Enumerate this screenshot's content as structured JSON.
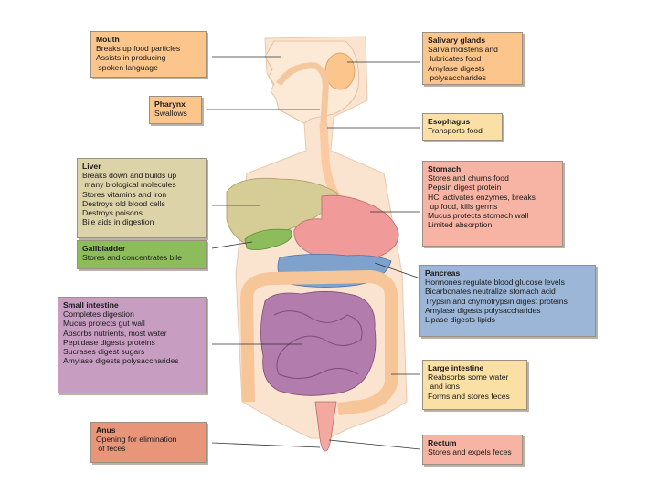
{
  "colors": {
    "orange": "#fbc58c",
    "yellow": "#fbe0a6",
    "salmon": "#f7b4a4",
    "tan": "#dcd3a8",
    "green": "#8cbc5b",
    "purple": "#c79dc2",
    "blue": "#9bb6d6",
    "rust": "#e9957a"
  },
  "boxes": {
    "mouth": {
      "title": "Mouth",
      "lines": [
        "Breaks up food particles",
        "Assists in producing",
        " spoken language"
      ]
    },
    "pharynx": {
      "title": "Pharynx",
      "lines": [
        "Swallows"
      ]
    },
    "liver": {
      "title": "Liver",
      "lines": [
        "Breaks down and builds up",
        " many biological molecules",
        "Stores vitamins and iron",
        "Destroys old blood cells",
        "Destroys poisons",
        "Bile aids in digestion"
      ]
    },
    "gallbladder": {
      "title": "Gallbladder",
      "lines": [
        "Stores and concentrates bile"
      ]
    },
    "small_intestine": {
      "title": "Small intestine",
      "lines": [
        "Completes digestion",
        "Mucus protects gut wall",
        "Absorbs nutrients, most water",
        "Peptidase digests proteins",
        "Sucrases digest sugars",
        "Amylase digests polysaccharides"
      ]
    },
    "anus": {
      "title": "Anus",
      "lines": [
        "Opening for elimination",
        " of feces"
      ]
    },
    "salivary": {
      "title": "Salivary glands",
      "lines": [
        "Saliva moistens and",
        " lubricates food",
        "Amylase digests",
        " polysaccharides"
      ]
    },
    "esophagus": {
      "title": "Esophagus",
      "lines": [
        "Transports food"
      ]
    },
    "stomach": {
      "title": "Stomach",
      "lines": [
        "Stores and churns food",
        "Pepsin digest protein",
        "HCl activates enzymes, breaks",
        " up food, kills germs",
        "Mucus protects stomach wall",
        "Limited absorption"
      ]
    },
    "pancreas": {
      "title": "Pancreas",
      "lines": [
        "Hormones regulate blood glucose levels",
        "Bicarbonates neutralize stomach acid",
        "Trypsin and chymotrypsin digest proteins",
        "Amylase digests polysaccharides",
        "Lipase digests lipids"
      ]
    },
    "large_intestine": {
      "title": "Large intestine",
      "lines": [
        "Reabsorbs some water",
        " and ions",
        "Forms and stores feces"
      ]
    },
    "rectum": {
      "title": "Rectum",
      "lines": [
        "Stores and expels feces"
      ]
    }
  }
}
